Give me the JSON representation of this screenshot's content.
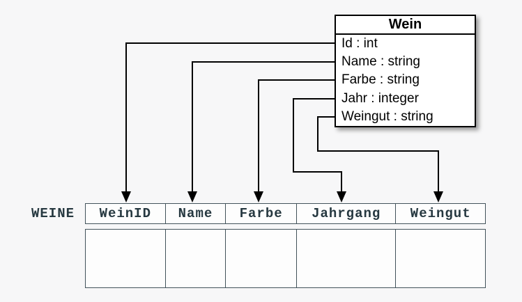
{
  "class_box": {
    "title": "Wein",
    "attributes": [
      "Id : int",
      "Name : string",
      "Farbe : string",
      "Jahr : integer",
      "Weingut : string"
    ]
  },
  "table": {
    "name_label": "WEINE",
    "columns": [
      "WeinID",
      "Name",
      "Farbe",
      "Jahrgang",
      "Weingut"
    ]
  },
  "mappings": [
    {
      "from": "Id",
      "to": "WeinID"
    },
    {
      "from": "Name",
      "to": "Name"
    },
    {
      "from": "Farbe",
      "to": "Farbe"
    },
    {
      "from": "Jahr",
      "to": "Jahrgang"
    },
    {
      "from": "Weingut",
      "to": "Weingut"
    }
  ],
  "colors": {
    "background": "#f7f7f8",
    "class_fill": "#ffffff",
    "class_border": "#000000",
    "connector": "#000000",
    "table_border": "#42525a",
    "table_ink": "#263840",
    "table_fill": "#fdfdfd"
  }
}
